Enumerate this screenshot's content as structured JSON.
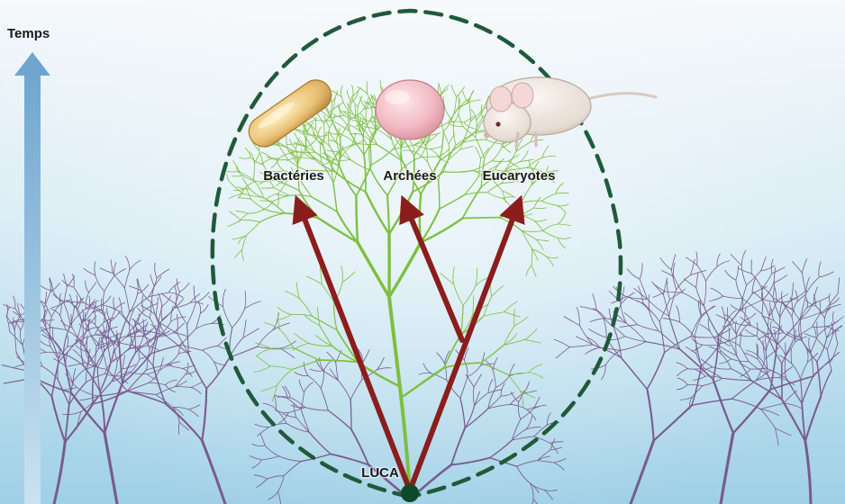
{
  "axis": {
    "time_label": "Temps"
  },
  "groups": [
    {
      "id": "bacteria",
      "label": "Bactéries",
      "icon": "bacterium-icon"
    },
    {
      "id": "archaea",
      "label": "Archées",
      "icon": "archaeon-icon"
    },
    {
      "id": "eukaryotes",
      "label": "Eucaryotes",
      "icon": "mouse-icon"
    }
  ],
  "root": {
    "label": "LUCA"
  },
  "colors": {
    "background_top": "#f4f8fb",
    "background_bottom": "#9fd0e6",
    "extinct_branches": "#7a5a8e",
    "living_tree": "#7dbf3f",
    "lineage_arrows": "#8b1d1d",
    "boundary_dashes": "#1f5a3a",
    "time_arrow": "#7fb1d6",
    "luca_dot": "#0d4a2a"
  }
}
